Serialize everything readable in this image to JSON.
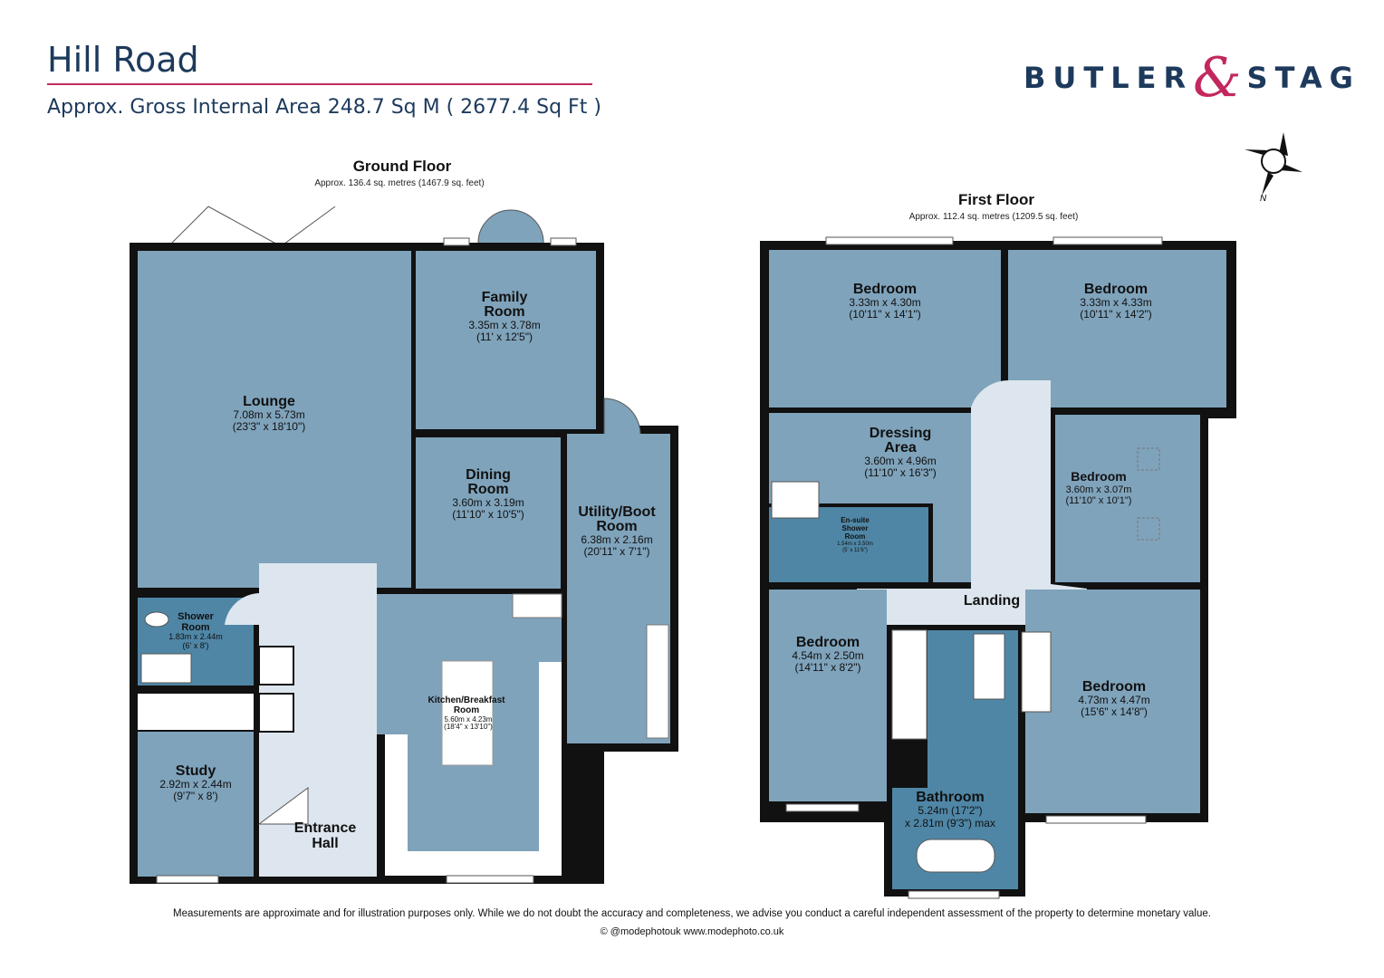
{
  "header": {
    "title": "Hill Road",
    "area": "Approx. Gross Internal  Area 248.7 Sq M ( 2677.4 Sq Ft )",
    "logo_left": "BUTLER",
    "logo_amp": "&",
    "logo_right": "STAG"
  },
  "colors": {
    "brand_navy": "#1d3a5c",
    "brand_pink": "#c2285e",
    "room": "#7fa3bb",
    "circulation": "#dde6ee",
    "wet_room": "#4f86a6"
  },
  "compass": {
    "label": "N"
  },
  "ground_floor": {
    "title": "Ground Floor",
    "area": "Approx. 136.4 sq. metres (1467.9 sq. feet)",
    "rooms": [
      {
        "name": "Lounge",
        "metric": "7.08m x 5.73m",
        "imperial": "(23'3\" x 18'10\")"
      },
      {
        "name": "Family",
        "name2": "Room",
        "metric": "3.35m x 3.78m",
        "imperial": "(11' x 12'5\")"
      },
      {
        "name": "Dining",
        "name2": "Room",
        "metric": "3.60m x 3.19m",
        "imperial": "(11'10\" x 10'5\")"
      },
      {
        "name": "Utility/Boot",
        "name2": "Room",
        "metric": "6.38m x 2.16m",
        "imperial": "(20'11\" x 7'1\")"
      },
      {
        "name": "Kitchen/Breakfast",
        "name2": "Room",
        "metric": "5.60m x 4.23m",
        "imperial": "(18'4\" x 13'10\")"
      },
      {
        "name": "Shower",
        "name2": "Room",
        "metric": "1.83m x 2.44m",
        "imperial": "(6' x 8')"
      },
      {
        "name": "Study",
        "metric": "2.92m x 2.44m",
        "imperial": "(9'7\" x 8')"
      },
      {
        "name": "Entrance",
        "name2": "Hall"
      }
    ]
  },
  "first_floor": {
    "title": "First Floor",
    "area": "Approx. 112.4 sq. metres (1209.5 sq. feet)",
    "rooms": [
      {
        "name": "Bedroom",
        "metric": "3.33m x 4.30m",
        "imperial": "(10'11\" x 14'1\")"
      },
      {
        "name": "Bedroom",
        "metric": "3.33m x 4.33m",
        "imperial": "(10'11\" x 14'2\")"
      },
      {
        "name": "Dressing",
        "name2": "Area",
        "metric": "3.60m x 4.96m",
        "imperial": "(11'10\" x 16'3\")"
      },
      {
        "name": "Bedroom",
        "metric": "3.60m x 3.07m",
        "imperial": "(11'10\" x 10'1\")"
      },
      {
        "name": "En-suite",
        "name2": "Shower",
        "name3": "Room",
        "metric": "1.54m x 3.50m",
        "imperial": "(5' x 11'6\")"
      },
      {
        "name": "Landing"
      },
      {
        "name": "Bedroom",
        "metric": "4.54m x 2.50m",
        "imperial": "(14'11\" x 8'2\")"
      },
      {
        "name": "Bathroom",
        "metric": "5.24m (17'2\")",
        "imperial": "x 2.81m (9'3\") max"
      },
      {
        "name": "Bedroom",
        "metric": "4.73m x 4.47m",
        "imperial": "(15'6\" x 14'8\")"
      }
    ]
  },
  "footer": {
    "disclaimer": "Measurements are approximate and for illustration purposes only.  While we do not doubt the accuracy and completeness, we advise you conduct a careful independent assessment of the property to determine monetary value.",
    "credit": "© @modephotouk www.modephoto.co.uk"
  }
}
